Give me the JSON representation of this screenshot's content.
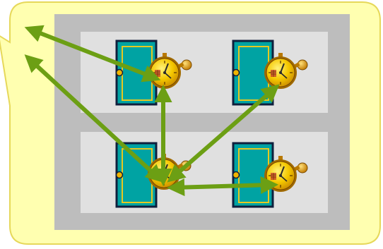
{
  "diagram": {
    "bubble": {
      "fill": "#FFFFB0",
      "stroke": "#E6D85A"
    },
    "building": {
      "fill": "#BDBDBD"
    },
    "floors": [
      {
        "name": "upper-floor",
        "rooms": [
          "room-upper-left",
          "room-upper-right"
        ]
      },
      {
        "name": "lower-floor",
        "rooms": [
          "room-lower-left",
          "room-lower-right"
        ]
      }
    ],
    "floor_fill": "#E0E0E0",
    "door": {
      "fill": "#00A3A3",
      "frame": "#0F1F3D",
      "trim": "#E8C820",
      "knob": "#F0B400",
      "icon": "door-icon"
    },
    "device": {
      "icon": "stopwatch-clock-icon",
      "face": "#F5C800",
      "rim": "#A06A00",
      "hand": "#2A2A2A"
    },
    "arrows": {
      "color": "#6C9F14",
      "style": "double-headed"
    },
    "connections": [
      [
        "bubble-tail-upper",
        "room-upper-left-clock"
      ],
      [
        "bubble-tail-lower",
        "room-lower-left-clock"
      ],
      [
        "room-upper-left-clock",
        "room-lower-left-clock"
      ],
      [
        "room-upper-right-clock",
        "room-lower-left-clock"
      ],
      [
        "room-lower-left-clock",
        "room-lower-right-clock"
      ]
    ]
  }
}
